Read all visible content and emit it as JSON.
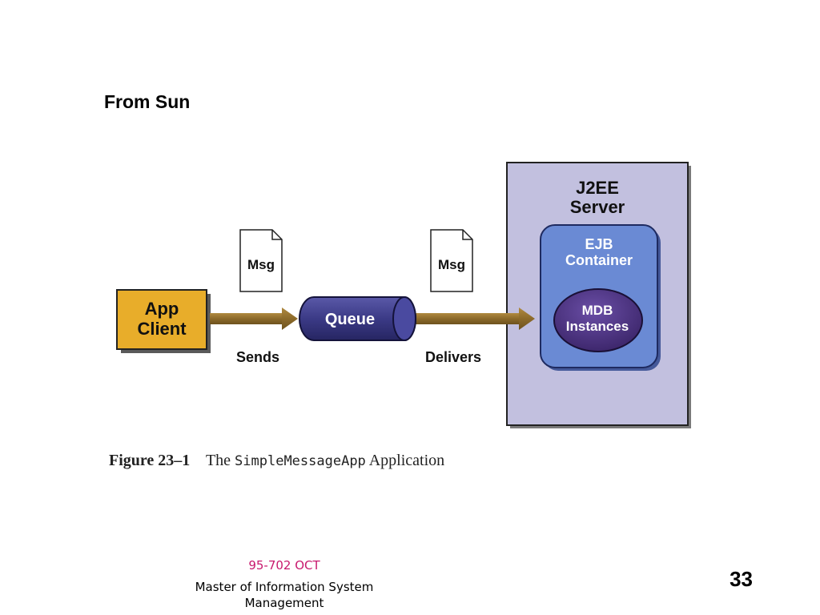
{
  "slide": {
    "title": "From Sun",
    "footer_code": "95-702 OCT",
    "footer_org": "Master of Information System Management",
    "page_number": "33"
  },
  "diagram": {
    "app_client": [
      "App",
      "Client"
    ],
    "msg_label_1": "Msg",
    "msg_label_2": "Msg",
    "queue": "Queue",
    "sends": "Sends",
    "delivers": "Delivers",
    "server": [
      "J2EE",
      "Server"
    ],
    "container": [
      "EJB",
      "Container"
    ],
    "mdb": [
      "MDB",
      "Instances"
    ]
  },
  "caption": {
    "figure": "Figure 23–1",
    "prefix": "The",
    "code": "SimpleMessageApp",
    "suffix": "Application"
  },
  "colors": {
    "app_client": "#e8ad2a",
    "server_bg": "#c2c0df",
    "container_bg": "#6a8ad4",
    "queue_bg": "#3b3a86",
    "mdb_bg": "#4b2f7f",
    "arrow": "#8c6a2a",
    "footer_code": "#c8196e"
  }
}
